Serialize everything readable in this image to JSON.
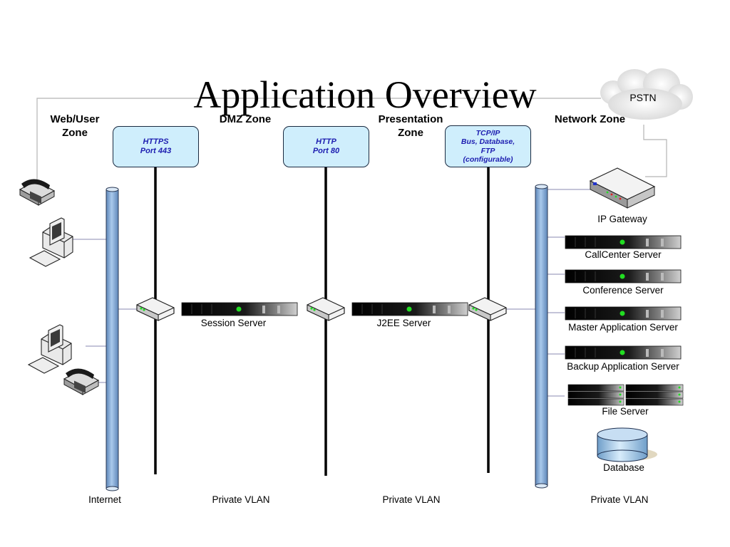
{
  "title": "Application Overview",
  "zones": {
    "web_user": "Web/User\nZone",
    "dmz": "DMZ Zone",
    "presentation": "Presentation\nZone",
    "network": "Network Zone"
  },
  "protocols": {
    "https": "HTTPS\nPort 443",
    "http": "HTTP\nPort 80",
    "tcpip": "TCP/IP\nBus, Database,\nFTP\n(configurable)"
  },
  "cloud_label": "PSTN",
  "servers": {
    "session": "Session Server",
    "j2ee": "J2EE Server",
    "ip_gateway": "IP Gateway",
    "callcenter": "CallCenter Server",
    "conference": "Conference Server",
    "master_app": "Master Application Server",
    "backup_app": "Backup Application Server",
    "file": "File Server",
    "database": "Database"
  },
  "networks": {
    "internet": "Internet",
    "vlan1": "Private VLAN",
    "vlan2": "Private VLAN",
    "vlan3": "Private VLAN"
  },
  "colors": {
    "bus_fill": "#8fb4dc",
    "protocol_fill": "#cfeefc",
    "protocol_text": "#1d1db0",
    "server_led": "#22dd22"
  }
}
